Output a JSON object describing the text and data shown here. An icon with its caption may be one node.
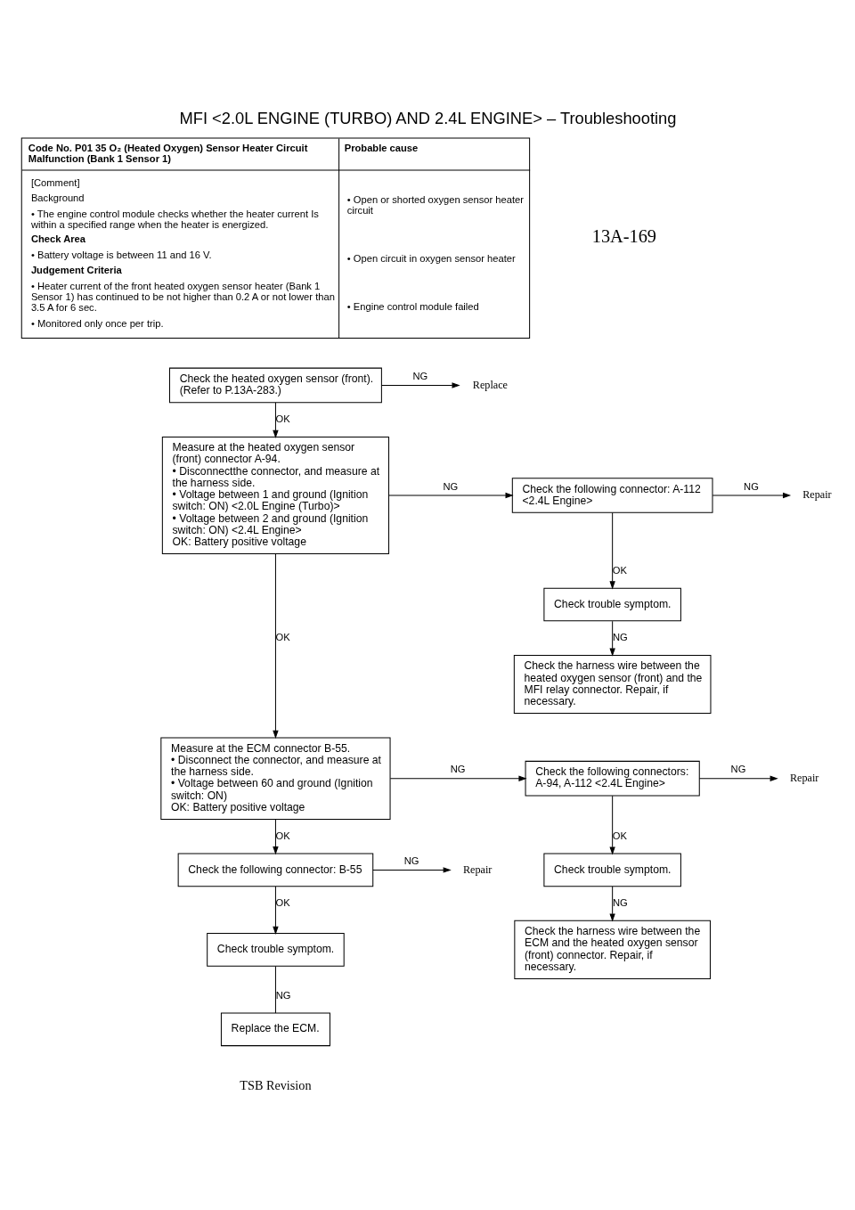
{
  "diagram": {
    "title": "MFI <2.0L ENGINE (TURBO) AND 2.4L ENGINE> – Troubleshooting",
    "nodes": [
      {
        "text": [
          "Check the heated oxygen sensor (front). (Refer to P.13A-283.)"
        ]
      },
      {
        "text": [
          "Replace"
        ]
      },
      {
        "text": [
          "Measure at the heated oxygen sensor (front) connector A-94.",
          "• Disconnectthe connector, and measure at the harness side.",
          "• Voltage between 1 and ground (Ignition switch: ON) <2.0L Engine (Turbo)>",
          "• Voltage between 2 and ground (Ignition switch: ON) <2.4L Engine>",
          "OK: Battery positive voltage"
        ]
      },
      {
        "text": [
          "Check the following connector: A-112 <2.4L Engine>"
        ]
      },
      {
        "text": [
          "Repair"
        ]
      },
      {
        "text": [
          "Check trouble symptom."
        ]
      },
      {
        "text": [
          "Check the harness wire between the heated oxygen sensor (front) and the MFI relay connector. Repair, if necessary."
        ]
      },
      {
        "text": [
          "Measure at the ECM connector B-55.",
          "• Disconnect the connector, and measure at the harness side.",
          "• Voltage between 60 and ground (Ignition switch: ON)",
          "OK: Battery positive voltage"
        ]
      },
      {
        "text": [
          "Check the following connectors: A-94, A-112 <2.4L Engine>"
        ]
      },
      {
        "text": [
          "Repair"
        ]
      },
      {
        "text": [
          "Check trouble symptom."
        ]
      },
      {
        "text": [
          "Check the harness wire between the ECM and the heated oxygen sensor (front) connector. Repair, if necessary."
        ]
      },
      {
        "text": [
          "Check the following connector: B-55"
        ]
      },
      {
        "text": [
          "Repair"
        ]
      },
      {
        "text": [
          "Check trouble symptom."
        ]
      },
      {
        "text": [
          "Replace the ECM."
        ]
      }
    ],
    "edges": [
      {
        "from": 0,
        "to": 1,
        "arrow": "to",
        "label": "NG"
      },
      {
        "from": 0,
        "to": 2,
        "arrow": "to",
        "label": "OK"
      },
      {
        "from": 2,
        "to": 3,
        "arrow": "to",
        "label": "NG"
      },
      {
        "from": 3,
        "to": 4,
        "arrow": "to",
        "label": "NG"
      },
      {
        "from": 3,
        "to": 5,
        "arrow": "to",
        "label": "OK"
      },
      {
        "from": 5,
        "to": 6,
        "arrow": "to",
        "label": "NG"
      },
      {
        "from": 2,
        "to": 7,
        "arrow": "to",
        "label": "OK"
      },
      {
        "from": 7,
        "to": 8,
        "arrow": "to",
        "label": "NG"
      },
      {
        "from": 8,
        "to": 9,
        "arrow": "to",
        "label": "NG"
      },
      {
        "from": 8,
        "to": 10,
        "arrow": "to",
        "label": "OK"
      },
      {
        "from": 10,
        "to": 11,
        "arrow": "to",
        "label": "NG"
      },
      {
        "from": 7,
        "to": 12,
        "arrow": "to",
        "label": "OK"
      },
      {
        "from": 12,
        "to": 13,
        "arrow": "to",
        "label": "NG"
      },
      {
        "from": 12,
        "to": 14,
        "arrow": "to",
        "label": "OK"
      },
      {
        "from": 14,
        "to": 15,
        "arrow": "none",
        "label": "NG"
      }
    ],
    "labels": [
      "13A-169",
      "Code No. P01 35 O₂ (Heated Oxygen) Sensor Heater Circuit Malfunction (Bank 1 Sensor 1)",
      "Probable cause",
      "[Comment]",
      "Background",
      "• The engine control module checks whether the heater current Is within a specified range when the heater is energized.",
      "Check Area",
      "• Battery voltage is between 11 and 16 V.",
      "Judgement Criteria",
      "• Heater current of the front heated oxygen sensor heater (Bank 1 Sensor 1) has continued to be not higher than 0.2 A or not lower than 3.5 A for 6 sec.",
      "• Monitored only once per trip.",
      "• Open or shorted oxygen sensor heater circuit",
      "• Open circuit in oxygen sensor heater",
      "• Engine control module failed",
      "TSB Revision"
    ]
  }
}
